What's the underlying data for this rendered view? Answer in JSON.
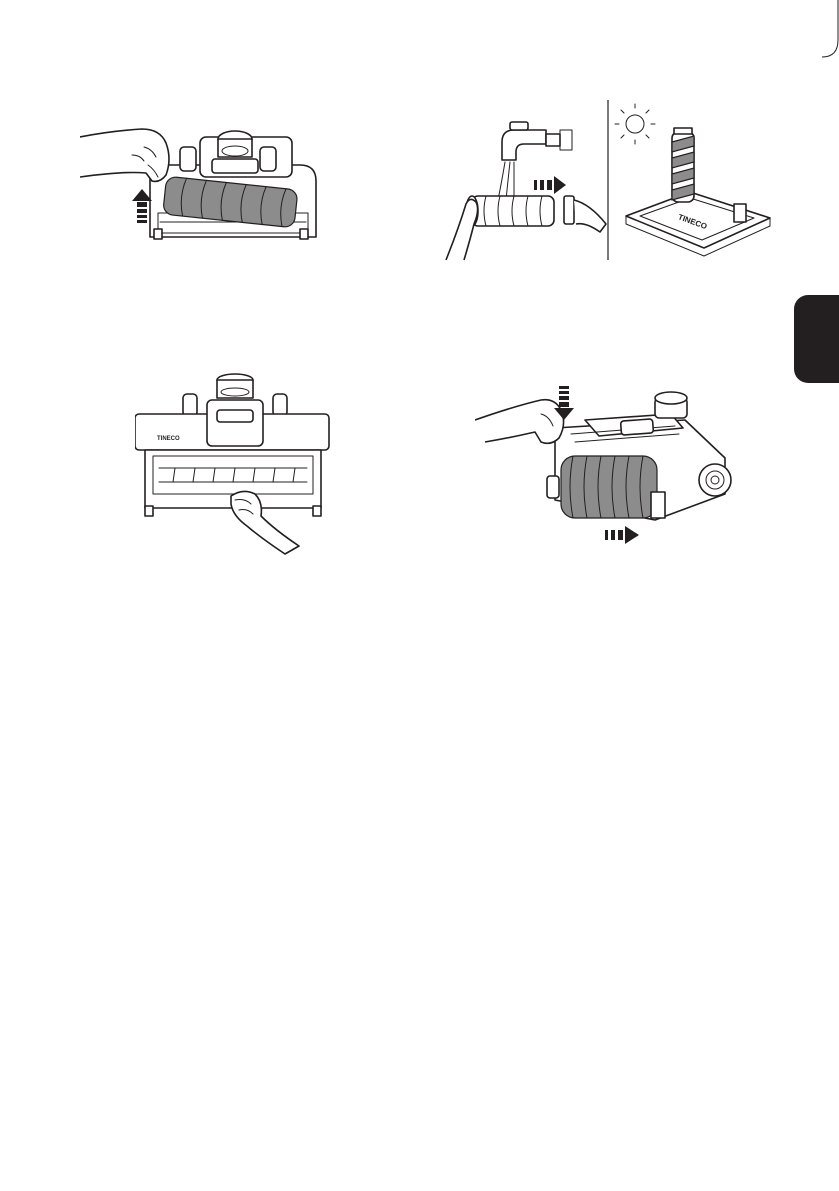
{
  "page": {
    "section_tab_color": "#231f20",
    "background": "#ffffff"
  },
  "figures": [
    {
      "id": "fig1",
      "name": "remove-roller-illustration",
      "arrow": "up"
    },
    {
      "id": "fig2",
      "name": "wash-and-dry-roller-illustration",
      "arrow": "right",
      "icons": [
        "faucet-icon",
        "sun-icon"
      ]
    },
    {
      "id": "fig3",
      "name": "wipe-brush-housing-illustration"
    },
    {
      "id": "fig4",
      "name": "reinstall-roller-illustration",
      "arrows": [
        "down",
        "right"
      ]
    }
  ],
  "brand_mark": "TINECO"
}
